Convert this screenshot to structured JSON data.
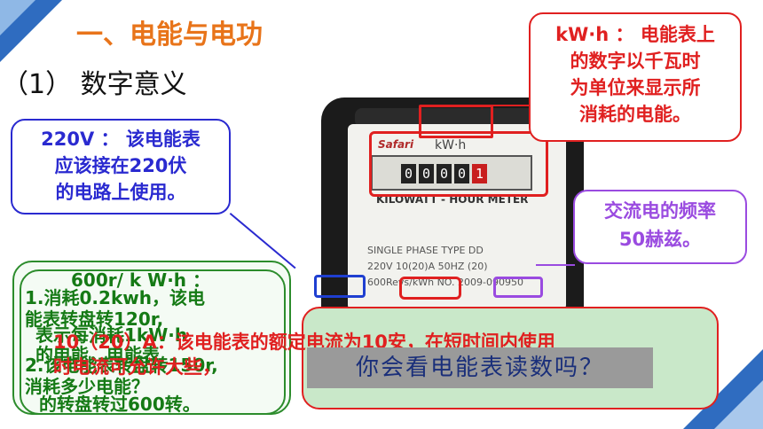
{
  "slide": {
    "title": "一、电能与电功",
    "subtitle": "（1） 数字意义"
  },
  "meter": {
    "brand": "Safari",
    "unit": "kW·h",
    "digits": [
      "0",
      "0",
      "0",
      "0",
      "1"
    ],
    "name": "KILOWATT - HOUR METER",
    "spec_headers": "SINGLE  PHASE  TYPE  DD",
    "spec_values": "220V     10(20)A     50HZ  (20)",
    "spec_serial": "600Revs/kWh  NO. 2009-090950"
  },
  "callouts": {
    "kwh": {
      "lines": [
        "kW·h ： 电能表上",
        "的数字以千瓦时",
        "为单位来显示所",
        "消耗的电能。"
      ]
    },
    "v220": {
      "lines": [
        "220V ： 该电能表",
        "应该接在220伏",
        "的电路上使用。"
      ]
    },
    "hz50": {
      "lines": [
        "交流电的频率",
        "50赫兹。"
      ]
    },
    "green_a": {
      "lines": [
        "600r/ k W·h ：",
        "1.消耗0.2kwh，该电",
        "能表转盘转120r,",
        "表示每消耗1kW·h",
        "的电能，电能表",
        "2.该电能表转盘转150r,",
        "消耗多少电能？",
        "的转盘转过600转。"
      ]
    },
    "red_big": {
      "lines": [
        "10（20）A：该电能表的额定电流为10安，在短时间内使用",
        "时电流可允许大些，"
      ]
    },
    "question": "你会看电能表读数吗？"
  }
}
